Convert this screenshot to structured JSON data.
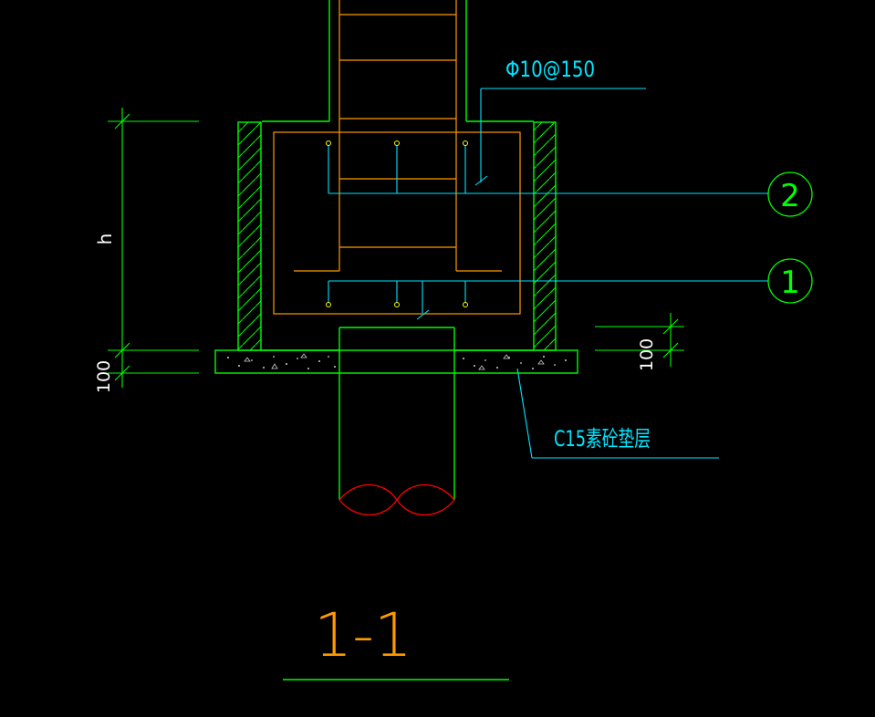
{
  "drawing": {
    "section_title": "1-1",
    "rebar_spec": "Φ10@150",
    "bubble_1": "1",
    "bubble_2": "2",
    "cushion_label": "C15素砼垫层",
    "dim_height": "h",
    "dim_left_100": "100",
    "dim_right_100": "100"
  },
  "colors": {
    "background": "#000000",
    "concrete_outline": "#00ff00",
    "rebar": "#ff9900",
    "leader": "#00e5ff",
    "dimension": "#ffffff",
    "break_line": "#ff0000",
    "title": "#ff9900",
    "title_underline": "#00ff00"
  }
}
